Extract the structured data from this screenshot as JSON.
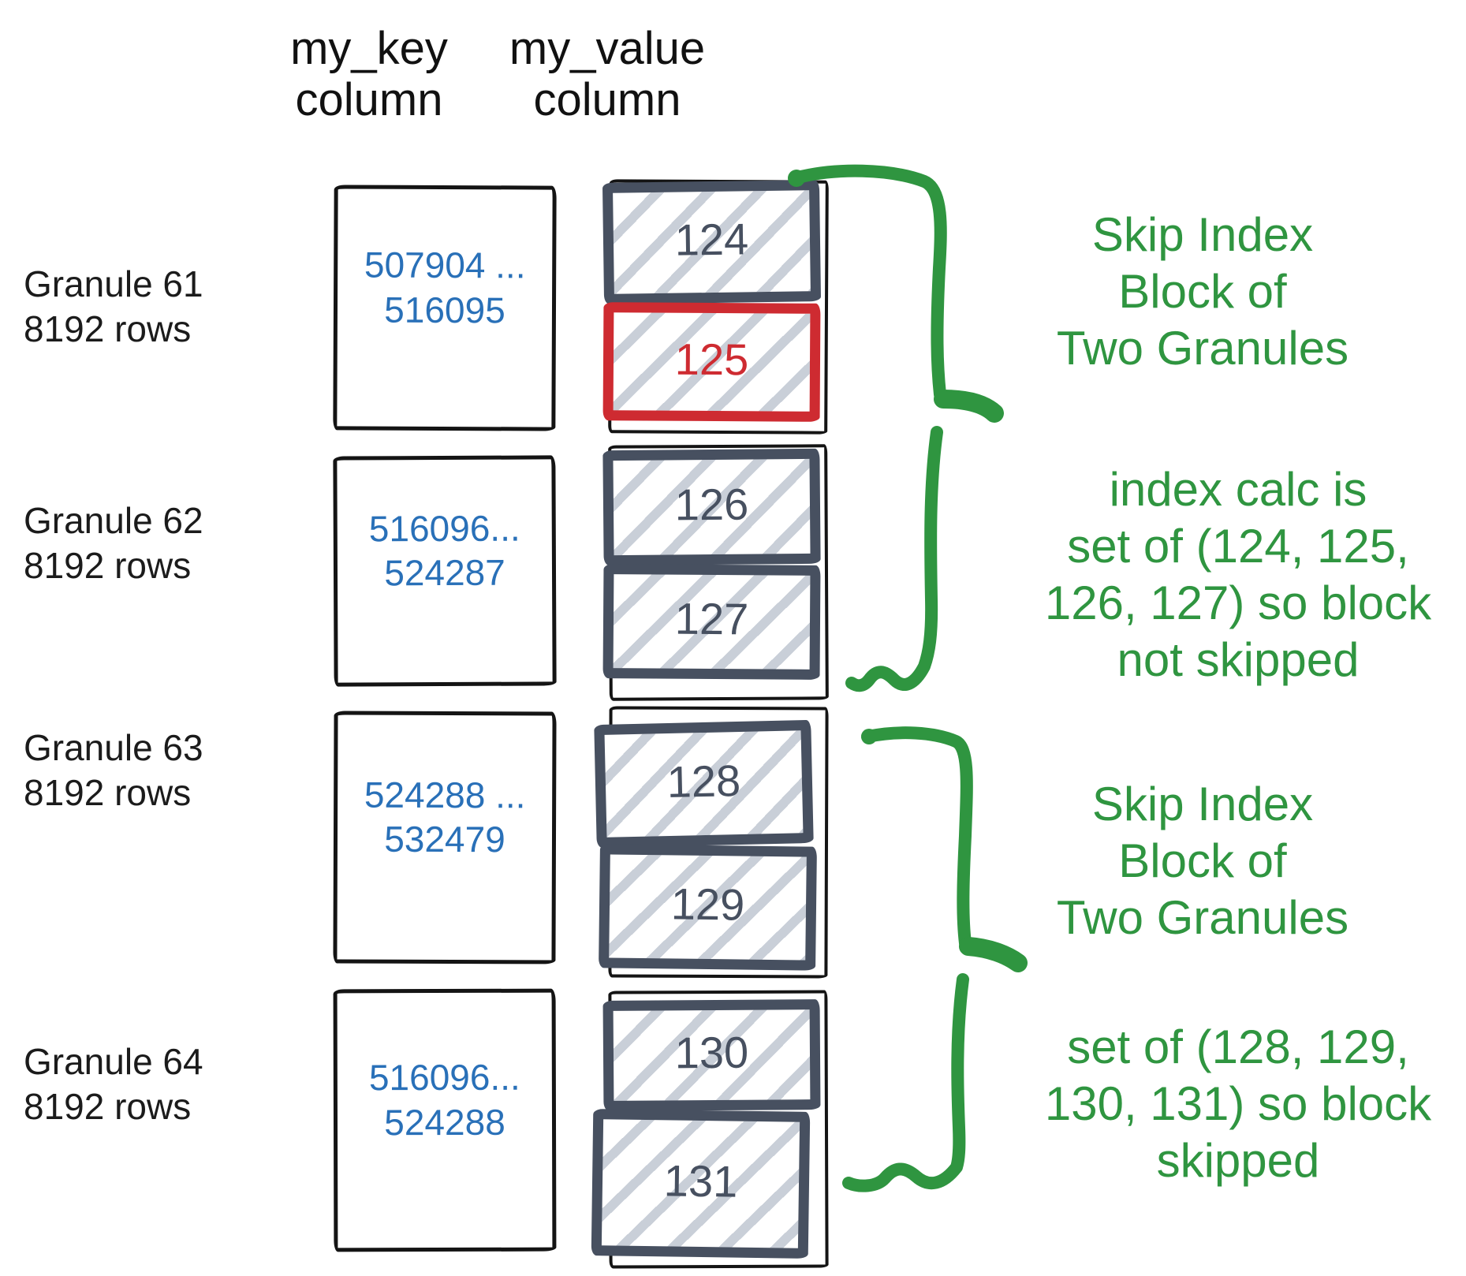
{
  "headers": {
    "key": "my_key\ncolumn",
    "value": "my_value\ncolumn"
  },
  "granules": [
    {
      "label": "Granule 61\n8192 rows",
      "key_range": "507904 ...\n516095",
      "values": [
        "124",
        "125"
      ]
    },
    {
      "label": "Granule 62\n8192 rows",
      "key_range": "516096...\n524287",
      "values": [
        "126",
        "127"
      ]
    },
    {
      "label": "Granule 63\n8192 rows",
      "key_range": "524288 ...\n532479",
      "values": [
        "128",
        "129"
      ]
    },
    {
      "label": "Granule 64\n8192 rows",
      "key_range": "516096...\n524288",
      "values": [
        "130",
        "131"
      ]
    }
  ],
  "annotations": [
    {
      "text": "Skip Index\nBlock of\nTwo Granules"
    },
    {
      "text": "index calc is\nset of (124, 125,\n126, 127) so block\nnot skipped"
    },
    {
      "text": "Skip Index\nBlock of\nTwo Granules"
    },
    {
      "text": "set of (128, 129,\n130, 131) so block\nskipped"
    }
  ],
  "highlighted_value": "125",
  "colors": {
    "green": "#2f9540",
    "blue": "#2970b8",
    "red": "#ce2b31",
    "slate": "#475060",
    "ink": "#141414",
    "hatch": "#c9cfd8"
  }
}
